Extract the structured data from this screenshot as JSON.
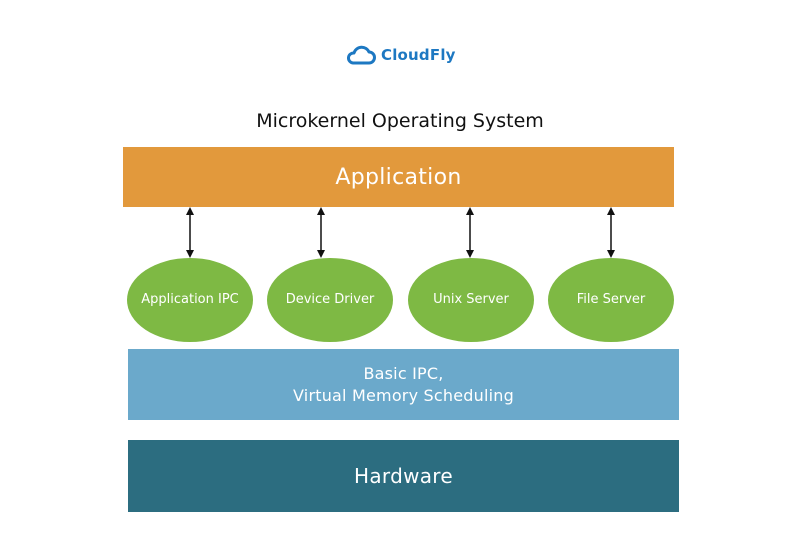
{
  "logo": {
    "text": "CloudFly",
    "icon": "cloud-icon",
    "color": "#1d78c2"
  },
  "title": "Microkernel Operating System",
  "layers": {
    "application": {
      "label": "Application",
      "color": "#e2993c"
    },
    "ipc": {
      "line1": "Basic IPC,",
      "line2": "Virtual Memory Scheduling",
      "color": "#6ba9cb"
    },
    "hardware": {
      "label": "Hardware",
      "color": "#2c6d80"
    }
  },
  "services": {
    "color": "#7eb944",
    "items": [
      {
        "label": "Application IPC"
      },
      {
        "label": "Device Driver"
      },
      {
        "label": "Unix Server"
      },
      {
        "label": "File Server"
      }
    ]
  },
  "arrows": {
    "count": 4,
    "style": "bidirectional"
  }
}
